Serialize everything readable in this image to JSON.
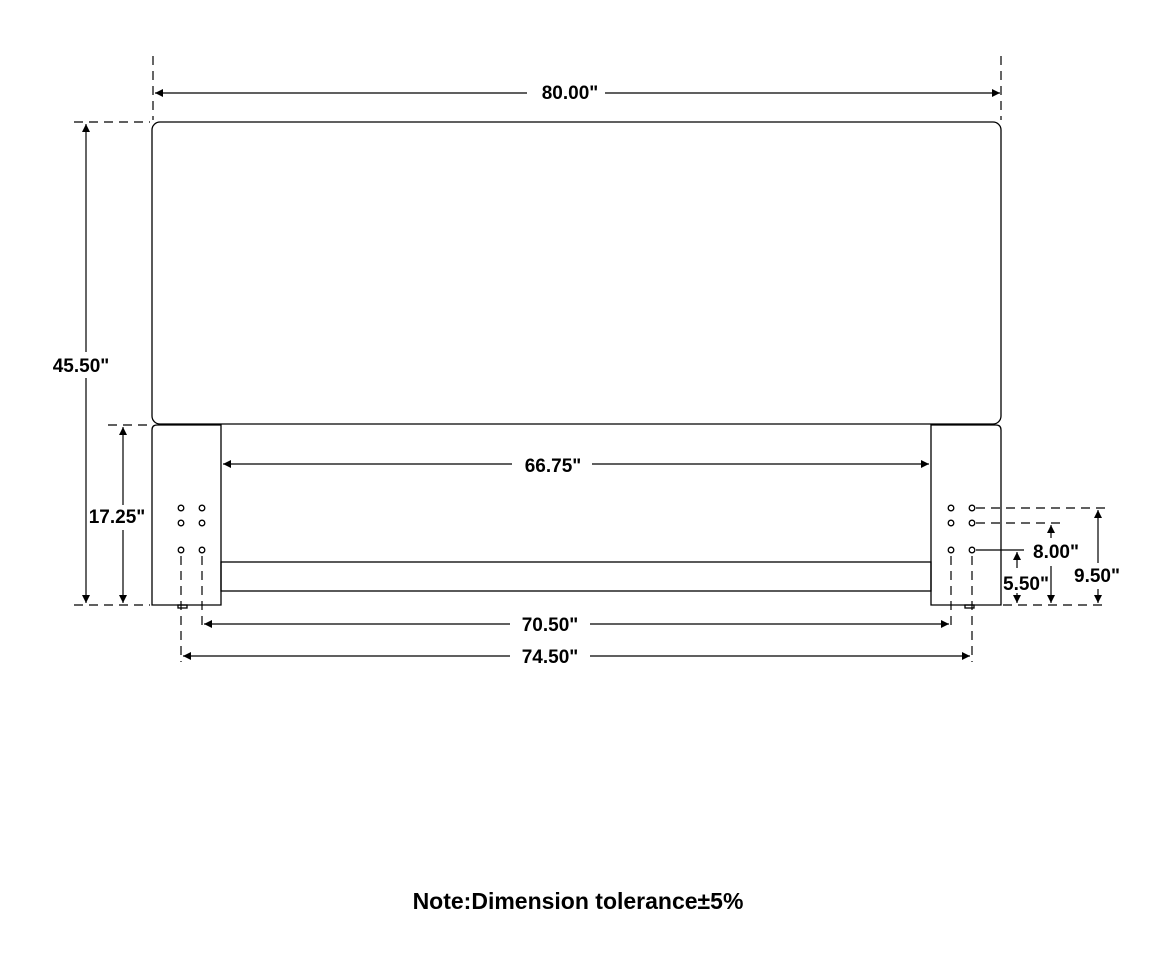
{
  "dimensions": {
    "overall_width": "80.00\"",
    "overall_height": "45.50\"",
    "leg_height": "17.25\"",
    "inner_width": "66.75\"",
    "inner_hole_span": "70.50\"",
    "outer_hole_span": "74.50\"",
    "hole_height_low": "5.50\"",
    "hole_height_mid": "8.00\"",
    "hole_height_high": "9.50\""
  },
  "note": "Note:Dimension tolerance±5%",
  "colors": {
    "line": "#000000",
    "background": "#ffffff"
  }
}
